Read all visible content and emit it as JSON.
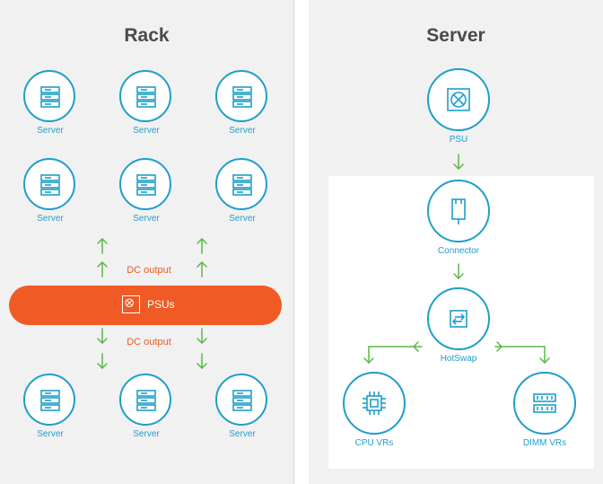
{
  "rack": {
    "title": "Rack",
    "server_label": "Server",
    "dc_output_label": "DC output",
    "psus_label": "PSUs"
  },
  "server": {
    "title": "Server",
    "psu_label": "PSU",
    "connector_label": "Connector",
    "hotswap_label": "HotSwap",
    "cpu_vrs_label": "CPU VRs",
    "dimm_vrs_label": "DIMM VRs"
  },
  "colors": {
    "accent_blue": "#1e9ec9",
    "accent_orange": "#f05a24",
    "arrow_green": "#58b947",
    "panel_bg": "#f1f1f2"
  }
}
